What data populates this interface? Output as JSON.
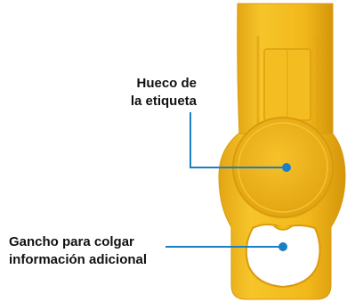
{
  "callouts": [
    {
      "lines": [
        "Hueco de",
        "la etiqueta"
      ]
    },
    {
      "lines": [
        "Gancho para colgar",
        "información adicional"
      ]
    }
  ],
  "colors": {
    "tag_body": "#F2B81B",
    "tag_shadow": "#D99A0C",
    "tag_highlight": "#FAD23F",
    "leader_line": "#1B7FC4",
    "marker_dot": "#1B7FC4",
    "text": "#111111"
  }
}
